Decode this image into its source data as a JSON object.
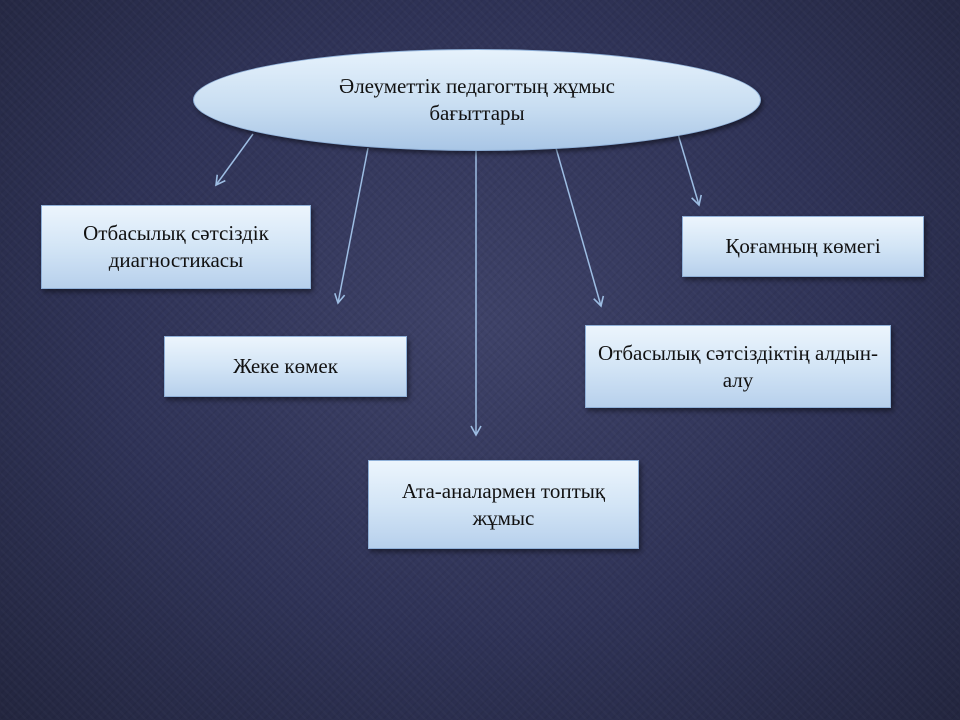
{
  "diagram": {
    "root": {
      "label": "Әлеуметтік педагогтың жұмыс бағыттары"
    },
    "nodes": [
      {
        "id": "b1",
        "label": "Отбасылық сәтсіздік диагностикасы"
      },
      {
        "id": "b2",
        "label": "Жеке көмек"
      },
      {
        "id": "b3",
        "label": "Ата-аналармен топтық жұмыс"
      },
      {
        "id": "b4",
        "label": "Отбасылық сәтсіздіктің алдын-алу"
      },
      {
        "id": "b5",
        "label": "Қоғамның көмегі"
      }
    ],
    "colors": {
      "background": "#2f3357",
      "node_fill": "#d3e5f6",
      "node_border": "#8fb0d8",
      "arrow": "#9dbde3"
    }
  }
}
